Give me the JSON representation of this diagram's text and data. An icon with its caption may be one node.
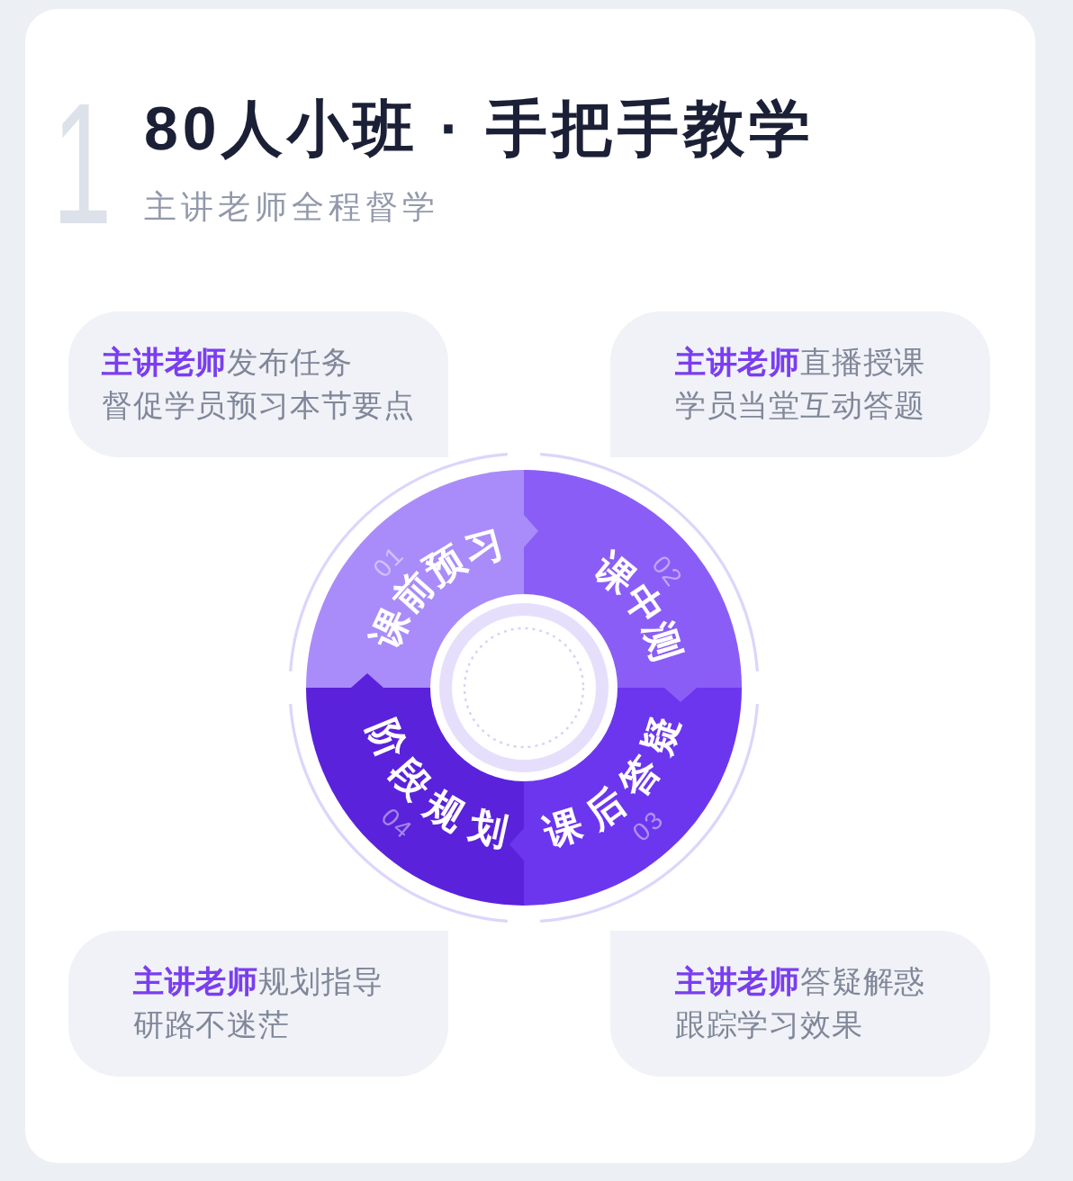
{
  "diagram": {
    "title": "80人小班 · 手把手教学",
    "nodes": [
      {
        "text": [
          "**主讲老师**发布任务",
          "督促学员预习本节要点"
        ]
      },
      {
        "text": [
          "**主讲老师**直播授课",
          "学员当堂互动答题"
        ]
      },
      {
        "text": [
          "01",
          "课前预习"
        ]
      },
      {
        "text": [
          "02",
          "课中测"
        ]
      },
      {
        "text": [
          "03",
          "课后答疑"
        ]
      },
      {
        "text": [
          "04",
          "阶段规划"
        ]
      },
      {
        "text": [
          "**主讲老师**规划指导",
          "研路不迷茫"
        ]
      },
      {
        "text": [
          "**主讲老师**答疑解惑",
          "跟踪学习效果"
        ]
      }
    ],
    "edges": [
      {
        "from": 2,
        "to": 3,
        "arrow": "to"
      },
      {
        "from": 3,
        "to": 4,
        "arrow": "to"
      },
      {
        "from": 4,
        "to": 5,
        "arrow": "to"
      },
      {
        "from": 5,
        "to": 2,
        "arrow": "to"
      }
    ],
    "labels": [
      "1",
      "主讲老师全程督学"
    ]
  }
}
